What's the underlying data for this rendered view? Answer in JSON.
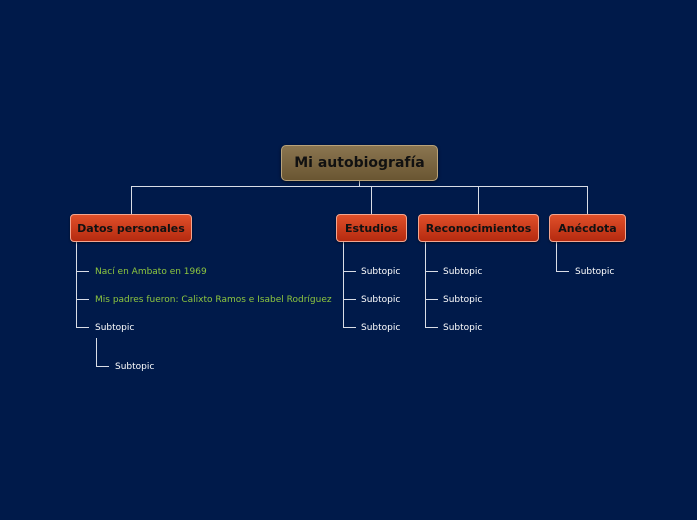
{
  "root": {
    "label": "Mi autobiografía"
  },
  "topics": [
    {
      "label": "Datos personales",
      "children": [
        {
          "label": "Nací en Ambato en 1969"
        },
        {
          "label": "Mis padres fueron: Calixto Ramos e Isabel Rodríguez"
        },
        {
          "label": "Subtopic",
          "children": [
            {
              "label": "Subtopic"
            }
          ]
        }
      ]
    },
    {
      "label": "Estudios",
      "children": [
        {
          "label": "Subtopic"
        },
        {
          "label": "Subtopic"
        },
        {
          "label": "Subtopic"
        }
      ]
    },
    {
      "label": "Reconocimientos",
      "children": [
        {
          "label": "Subtopic"
        },
        {
          "label": "Subtopic"
        },
        {
          "label": "Subtopic"
        }
      ]
    },
    {
      "label": "Anécdota",
      "children": [
        {
          "label": "Subtopic"
        }
      ]
    }
  ],
  "colors": {
    "background": "#001a4a",
    "root_fill": "#7a6642",
    "topic_fill": "#cf3d1b",
    "note_text": "#8dc63f",
    "subtopic_text": "#ffffff"
  }
}
